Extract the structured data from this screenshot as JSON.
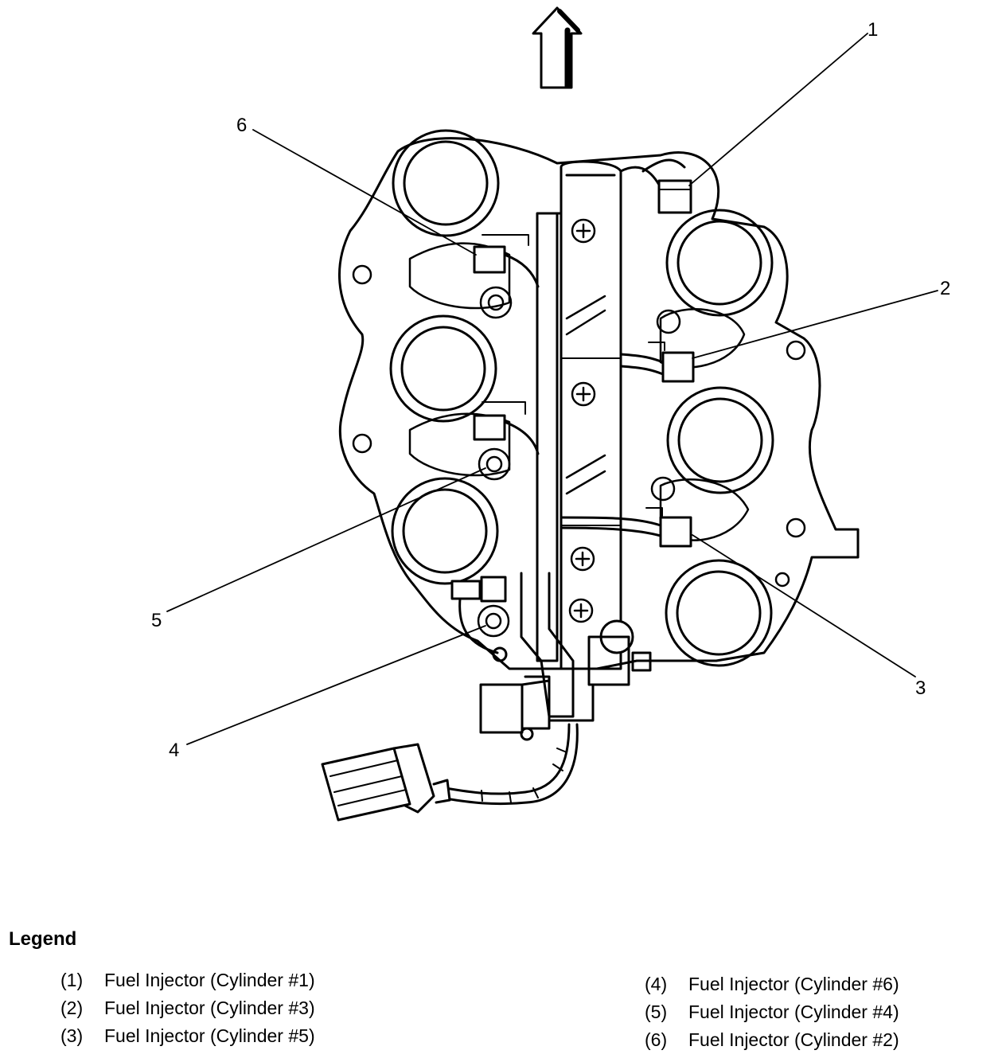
{
  "diagram": {
    "callouts": [
      "1",
      "2",
      "3",
      "4",
      "5",
      "6"
    ]
  },
  "legend": {
    "title": "Legend",
    "left": [
      {
        "num": "(1)",
        "text": "Fuel Injector (Cylinder #1)"
      },
      {
        "num": "(2)",
        "text": "Fuel Injector (Cylinder #3)"
      },
      {
        "num": "(3)",
        "text": "Fuel Injector (Cylinder #5)"
      }
    ],
    "right": [
      {
        "num": "(4)",
        "text": "Fuel Injector (Cylinder #6)"
      },
      {
        "num": "(5)",
        "text": "Fuel Injector (Cylinder #4)"
      },
      {
        "num": "(6)",
        "text": "Fuel Injector (Cylinder #2)"
      }
    ]
  }
}
